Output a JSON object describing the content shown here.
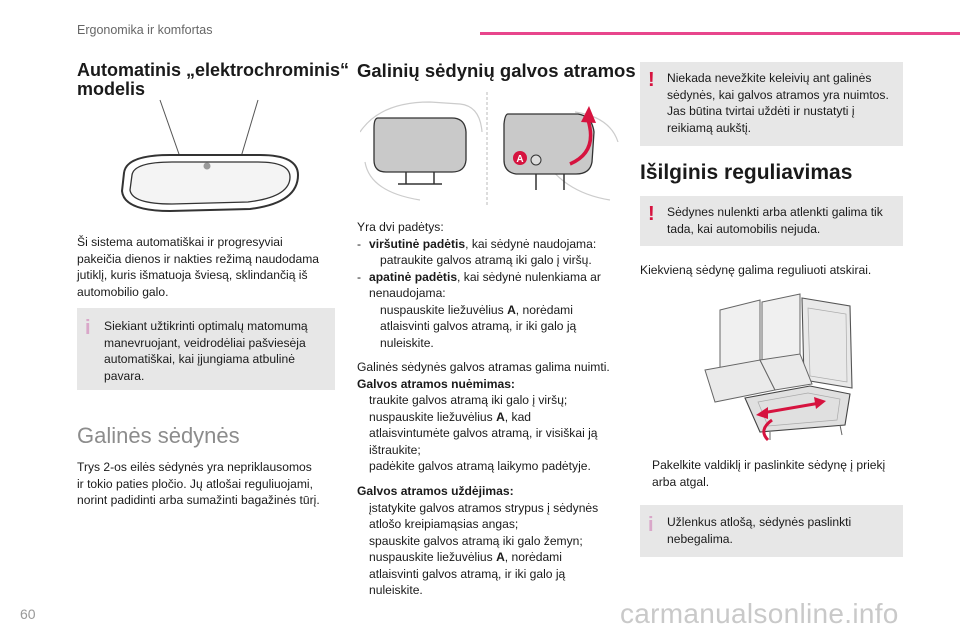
{
  "header": {
    "title": "Ergonomika ir komfortas",
    "page_number": "60"
  },
  "watermark": "carmanualsonline.info",
  "col1": {
    "mirror_heading": [
      "Automatinis „elektrochrominis“",
      "modelis"
    ],
    "mirror_text": [
      "Ši sistema automatiškai ir progresyviai",
      "pakeičia dienos ir nakties režimą naudodama",
      "jutiklį, kuris išmatuoja šviesą, sklindančią iš",
      "automobilio galo."
    ],
    "info_box": [
      "Siekiant užtikrinti optimalų matomumą",
      "manevruojant, veidrodėliai pašviesėja",
      "automatiškai, kai įjungiama atbulinė",
      "pavara."
    ],
    "rear_seats_heading": "Galinės sėdynės",
    "rear_seats_text": [
      "Trys 2-os eilės sėdynės yra nepriklausomos",
      "ir tokio paties pločio. Jų atlošai reguliuojami,",
      "norint padidinti arba sumažinti bagažinės tūrį."
    ]
  },
  "col2": {
    "heading": "Galinių sėdynių galvos atramos",
    "figure_label": "A",
    "positions_intro": "Yra dvi padėtys:",
    "pos1_bold": "viršutinė padėtis",
    "pos1_rest": ", kai sėdynė naudojama:",
    "pos1_sub": "patraukite galvos atramą iki galo į viršų.",
    "pos2_bold": "apatinė padėtis",
    "pos2_rest": ", kai sėdynė nulenkiama ar",
    "pos2_rest2": "nenaudojama:",
    "pos2_sub1a": "nuspauskite liežuvėlius ",
    "pos2_sub1b": "A",
    "pos2_sub1c": ", norėdami",
    "pos2_sub2": "atlaisvinti galvos atramą, ir iki galo ją",
    "pos2_sub3": "nuleiskite.",
    "removable": "Galinės sėdynės galvos atramas galima nuimti.",
    "removal_heading": "Galvos atramos nuėmimas:",
    "removal_steps": {
      "s1": "traukite galvos atramą iki galo į viršų;",
      "s2a": "nuspauskite liežuvėlius ",
      "s2b": "A",
      "s2c": ", kad",
      "s2d": "atlaisvintumėte galvos atramą, ir visiškai ją",
      "s2e": "ištraukite;",
      "s3": "padėkite galvos atramą laikymo padėtyje."
    },
    "install_heading": "Galvos atramos uždėjimas:",
    "install_steps": {
      "s1a": "įstatykite galvos atramos strypus į sėdynės",
      "s1b": "atlošo kreipiamąsias angas;",
      "s2": "spauskite galvos atramą iki galo žemyn;",
      "s3a": "nuspauskite liežuvėlius ",
      "s3b": "A",
      "s3c": ", norėdami",
      "s3d": "atlaisvinti galvos atramą, ir iki galo ją",
      "s3e": "nuleiskite."
    }
  },
  "col3": {
    "warn_box1": [
      "Niekada nevežkite keleivių ant galinės",
      "sėdynės, kai galvos atramos yra nuimtos.",
      "Jas būtina tvirtai uždėti ir nustatyti į",
      "reikiamą aukštį."
    ],
    "heading": "Išilginis reguliavimas",
    "warn_box2": [
      "Sėdynes nulenkti arba atlenkti galima tik",
      "tada, kai automobilis nejuda."
    ],
    "each_seat": "Kiekvieną sėdynę galima reguliuoti atskirai.",
    "step1": "Pakelkite valdiklį ir paslinkite sėdynę į priekį",
    "step1b": "arba atgal.",
    "info_box": [
      "Užlenkus atlošą, sėdynės paslinkti",
      "nebegalima."
    ]
  },
  "glyphs": {
    "arrow": "",
    "dash": "-",
    "info_mark": "i",
    "warn_mark": "!"
  },
  "colors": {
    "accent_pink": "#e8468c",
    "warning_red": "#d6133f",
    "info_box_bg": "#e7e7e7"
  }
}
